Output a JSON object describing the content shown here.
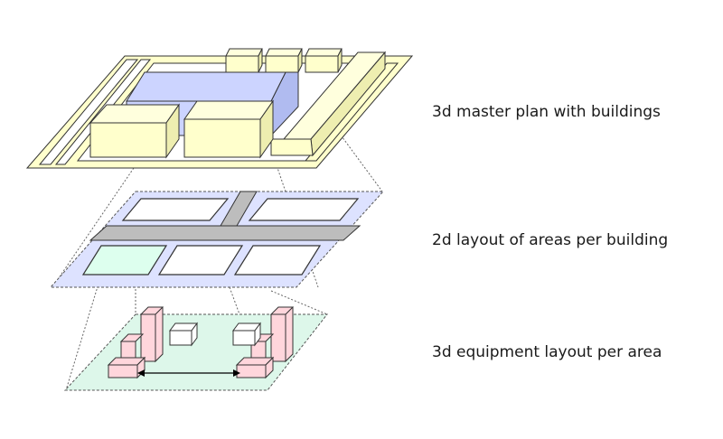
{
  "layers": [
    {
      "id": "master",
      "label": "3d master plan with buildings"
    },
    {
      "id": "areas",
      "label": "2d layout of areas per building"
    },
    {
      "id": "equip",
      "label": "3d equipment layout per area"
    }
  ],
  "colors": {
    "building_fill": "#ffffcc",
    "building_top": "#ffffdd",
    "building_side": "#eeeeb0",
    "large_hall_fill": "#ccd4ff",
    "large_hall_side": "#b0bbf0",
    "area_plate_fill": "#dde2ff",
    "corridor_fill": "#bdbdbd",
    "highlighted_area_fill": "#ddffee",
    "equipment_plate_fill": "#ddf7ea",
    "equipment_fill": "#ffd6dc",
    "outline": "#333333",
    "projection_line": "#666666"
  }
}
